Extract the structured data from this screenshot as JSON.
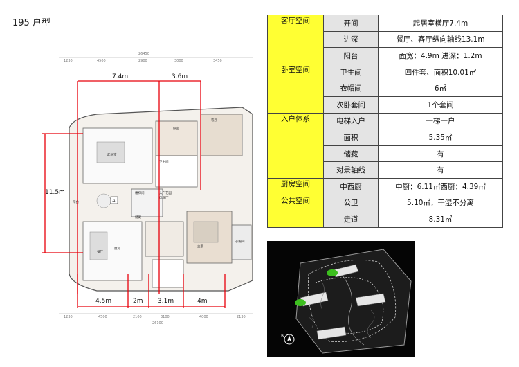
{
  "page": {
    "title": "195 户型"
  },
  "spec_table": {
    "groups": [
      {
        "category": "客厅空间",
        "rows": [
          {
            "item": "开间",
            "value": "起居室横厅7.4m"
          },
          {
            "item": "进深",
            "value": "餐厅、客厅纵向轴线13.1m"
          },
          {
            "item": "阳台",
            "value": "面宽：4.9m  进深：1.2m"
          }
        ]
      },
      {
        "category": "卧室空间",
        "rows": [
          {
            "item": "卫生间",
            "value": "四件套、面积10.01㎡"
          },
          {
            "item": "衣帽间",
            "value": "6㎡"
          },
          {
            "item": "次卧套间",
            "value": "1个套间"
          }
        ]
      },
      {
        "category": "入户体系",
        "rows": [
          {
            "item": "电梯入户",
            "value": "一梯一户"
          },
          {
            "item": "面积",
            "value": "5.35㎡"
          },
          {
            "item": "储藏",
            "value": "有"
          },
          {
            "item": "对景轴线",
            "value": "有"
          }
        ]
      },
      {
        "category": "厨房空间",
        "rows": [
          {
            "item": "中西厨",
            "value": "中厨：6.11㎡西厨：4.39㎡"
          }
        ]
      },
      {
        "category": "公共空间",
        "rows": [
          {
            "item": "公卫",
            "value": "5.10㎡，干湿不分离"
          },
          {
            "item": "走道",
            "value": "8.31㎡"
          }
        ]
      }
    ]
  },
  "floorplan": {
    "top_dims": [
      "7.4m",
      "3.6m"
    ],
    "bottom_dims": [
      "4.5m",
      "2m",
      "3.1m",
      "4m"
    ],
    "left_dim": "11.5m",
    "top_small_dims": [
      "1230",
      "4500",
      "2900",
      "3000",
      "3450"
    ],
    "top_total": "26450",
    "bottom_small_dims": [
      "1230",
      "4500",
      "2100",
      "3100",
      "4000",
      "2130"
    ],
    "bottom_total": "26100",
    "room_labels": [
      "起居室",
      "卧室",
      "客厅",
      "餐厅",
      "厨房",
      "主卧",
      "卫生间",
      "阳台",
      "入户花园",
      "楼梯间",
      "电梯厅",
      "储藏",
      "衣帽间"
    ],
    "marker": "A"
  },
  "site_map": {
    "compass": "N"
  },
  "colors": {
    "highlight": "#ffff33",
    "subcell": "#e4e4e4",
    "dim_line": "#e8000b",
    "green": "#3dbf1f"
  }
}
